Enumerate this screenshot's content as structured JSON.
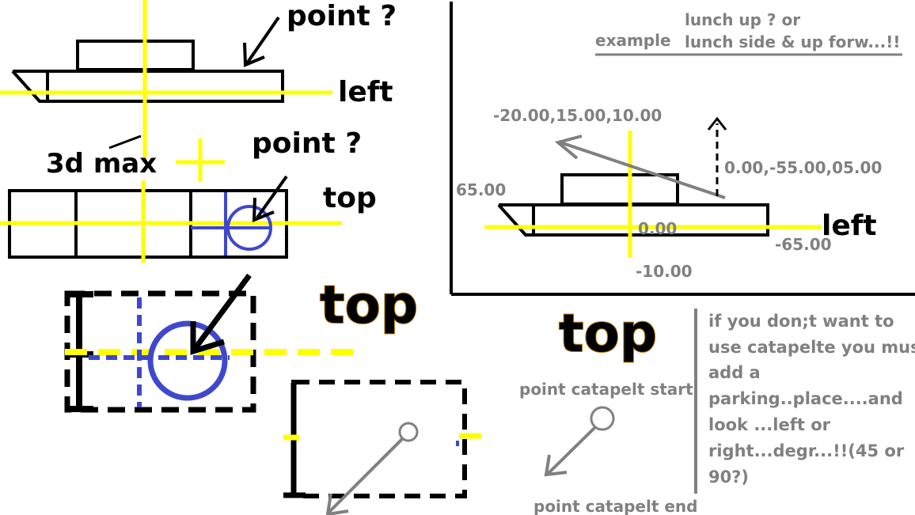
{
  "colors": {
    "black": "#000000",
    "yellow": "#ffff00",
    "blue": "#3f48cc",
    "gray": "#808080",
    "big_text_shadow": "#c08000"
  },
  "left_view": {
    "question_label": "point ?",
    "axis_label": "left",
    "tool_label": "3d max"
  },
  "top_view": {
    "question_label": "point ?",
    "axis_label": "top"
  },
  "zoom_view": {
    "title": "top"
  },
  "example_panel": {
    "example_label": "example",
    "question_line1": "lunch up ? or",
    "question_line2": "lunch side & up forw...!!",
    "coord_start": "-20.00,15.00,10.00",
    "coord_up": "0.00,-55.00,05.00",
    "value_left_pos": "65.00",
    "value_origin": "0.00",
    "value_right_neg": "-65.00",
    "value_bottom": "-10.00",
    "axis_label": "left"
  },
  "catapult_legend": {
    "title": "top",
    "start_label": "point catapelt start",
    "end_label": "point catapelt end"
  },
  "note": {
    "lines": [
      "if you don;t want to",
      "use catapelte you must",
      "add a",
      "parking..place....and",
      "look ...left or",
      "right...degr...!!(45 or",
      "90?)"
    ]
  }
}
